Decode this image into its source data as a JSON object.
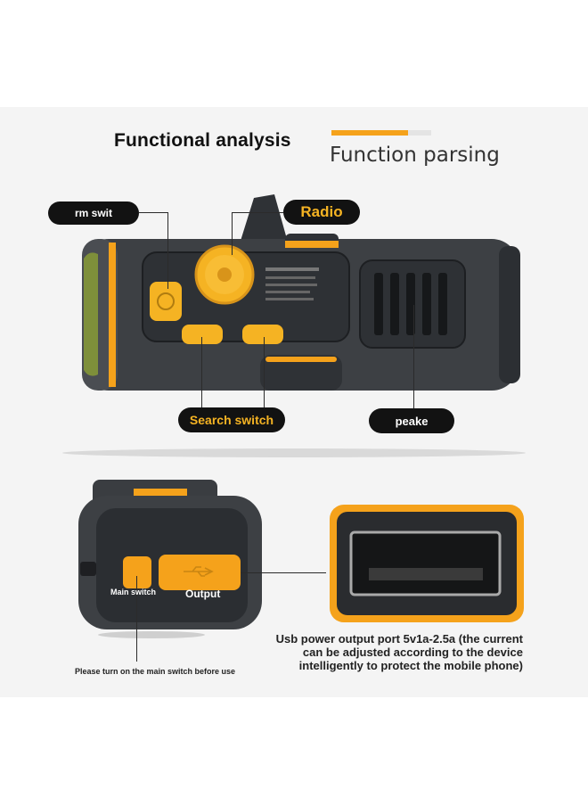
{
  "header": {
    "title": "Functional analysis",
    "subtitle": "Function parsing"
  },
  "callouts": {
    "alarm": "rm swit",
    "radio": "Radio",
    "search": "Search switch",
    "speaker": "peake"
  },
  "device_labels": {
    "main_switch": "Main switch",
    "output": "Output"
  },
  "notes": {
    "main_switch_note": "Please turn on the main switch before use",
    "usb_description": "Usb power output port 5v1a-2.5a (the current can be adjusted according to the device intelligently to protect the mobile phone)"
  },
  "colors": {
    "accent": "#f5a21b",
    "yellow": "#f5b323",
    "device_body": "#3b3e42",
    "pill_bg": "#121212"
  }
}
